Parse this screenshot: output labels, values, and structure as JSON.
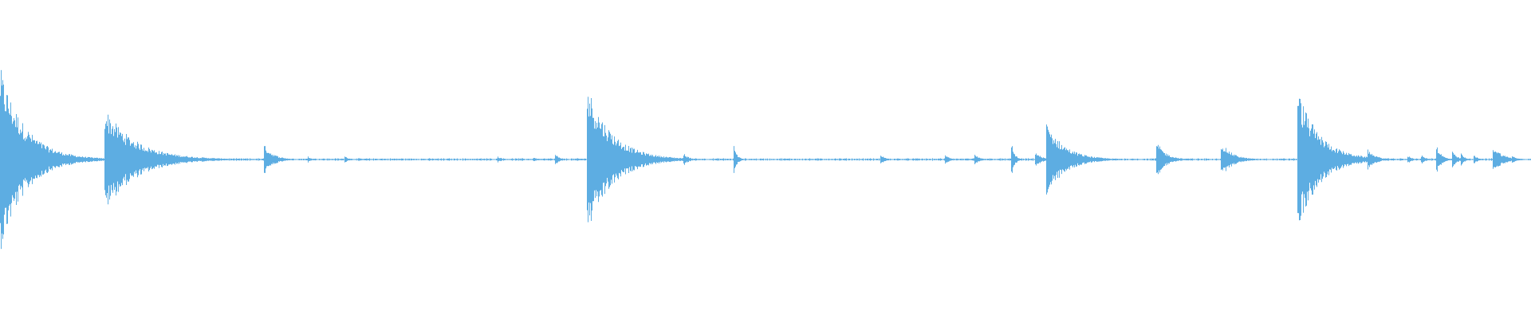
{
  "waveform": {
    "color": "#5dade2",
    "background": "#ffffff",
    "baseline_color": "#5dade2",
    "events": [
      {
        "t": 0.0,
        "amp": 0.58,
        "decay": 0.016
      },
      {
        "t": 0.031,
        "amp": 0.05,
        "decay": 0.004
      },
      {
        "t": 0.068,
        "amp": 0.33,
        "decay": 0.02
      },
      {
        "t": 0.172,
        "amp": 0.1,
        "decay": 0.006
      },
      {
        "t": 0.201,
        "amp": 0.02,
        "decay": 0.003
      },
      {
        "t": 0.225,
        "amp": 0.02,
        "decay": 0.003
      },
      {
        "t": 0.325,
        "amp": 0.02,
        "decay": 0.003
      },
      {
        "t": 0.348,
        "amp": 0.02,
        "decay": 0.002
      },
      {
        "t": 0.362,
        "amp": 0.04,
        "decay": 0.003
      },
      {
        "t": 0.383,
        "amp": 0.48,
        "decay": 0.016
      },
      {
        "t": 0.42,
        "amp": 0.03,
        "decay": 0.003
      },
      {
        "t": 0.446,
        "amp": 0.05,
        "decay": 0.003
      },
      {
        "t": 0.479,
        "amp": 0.1,
        "decay": 0.002
      },
      {
        "t": 0.575,
        "amp": 0.03,
        "decay": 0.003
      },
      {
        "t": 0.617,
        "amp": 0.03,
        "decay": 0.003
      },
      {
        "t": 0.636,
        "amp": 0.04,
        "decay": 0.003
      },
      {
        "t": 0.66,
        "amp": 0.14,
        "decay": 0.002
      },
      {
        "t": 0.676,
        "amp": 0.05,
        "decay": 0.004
      },
      {
        "t": 0.683,
        "amp": 0.24,
        "decay": 0.012
      },
      {
        "t": 0.755,
        "amp": 0.12,
        "decay": 0.006
      },
      {
        "t": 0.797,
        "amp": 0.12,
        "decay": 0.007
      },
      {
        "t": 0.808,
        "amp": 0.03,
        "decay": 0.003
      },
      {
        "t": 0.847,
        "amp": 0.46,
        "decay": 0.014
      },
      {
        "t": 0.893,
        "amp": 0.07,
        "decay": 0.005
      },
      {
        "t": 0.919,
        "amp": 0.03,
        "decay": 0.003
      },
      {
        "t": 0.928,
        "amp": 0.03,
        "decay": 0.003
      },
      {
        "t": 0.938,
        "amp": 0.1,
        "decay": 0.003
      },
      {
        "t": 0.948,
        "amp": 0.06,
        "decay": 0.003
      },
      {
        "t": 0.954,
        "amp": 0.05,
        "decay": 0.002
      },
      {
        "t": 0.962,
        "amp": 0.05,
        "decay": 0.002
      },
      {
        "t": 0.975,
        "amp": 0.09,
        "decay": 0.006
      },
      {
        "t": 0.987,
        "amp": 0.03,
        "decay": 0.003
      }
    ],
    "noise_floor": 0.006
  }
}
